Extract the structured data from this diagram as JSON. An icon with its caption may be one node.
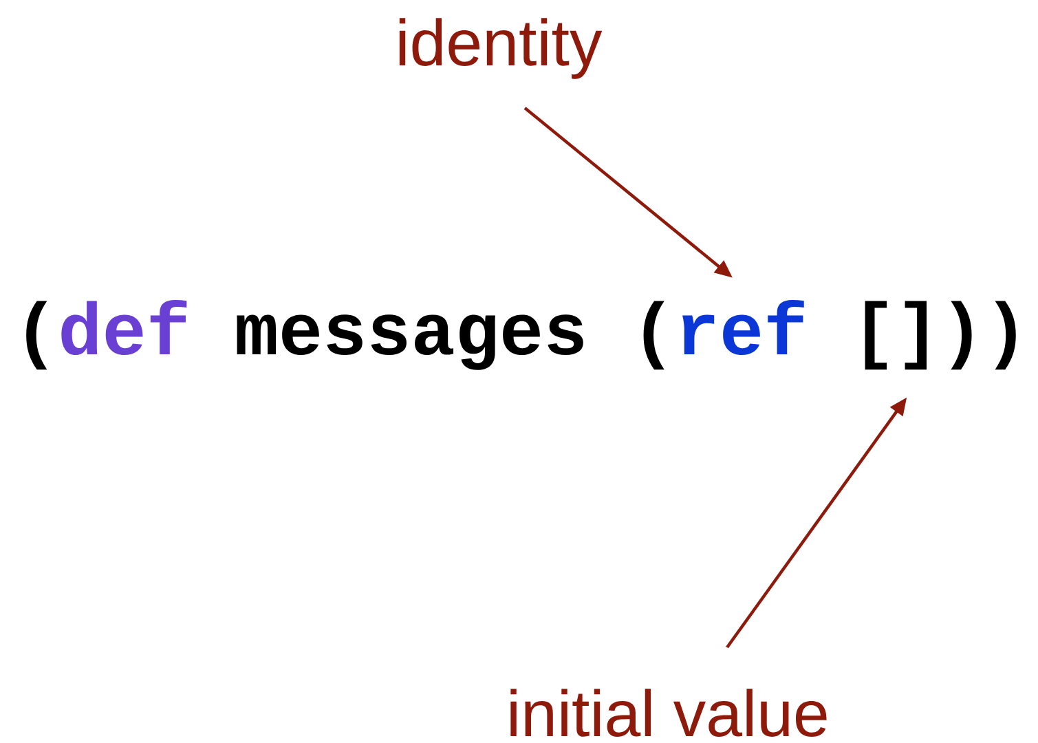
{
  "diagram": {
    "nodes": [
      {
        "text": [
          "identity"
        ]
      },
      {
        "text": [
          "ref"
        ]
      },
      {
        "text": [
          "[]"
        ]
      },
      {
        "text": [
          "initial value"
        ]
      }
    ],
    "edges": [
      {
        "from": 0,
        "to": 1,
        "arrow": "to"
      },
      {
        "from": 3,
        "to": 2,
        "arrow": "to"
      }
    ],
    "labels": [
      "(",
      "def",
      "messages",
      "(",
      "))"
    ]
  }
}
